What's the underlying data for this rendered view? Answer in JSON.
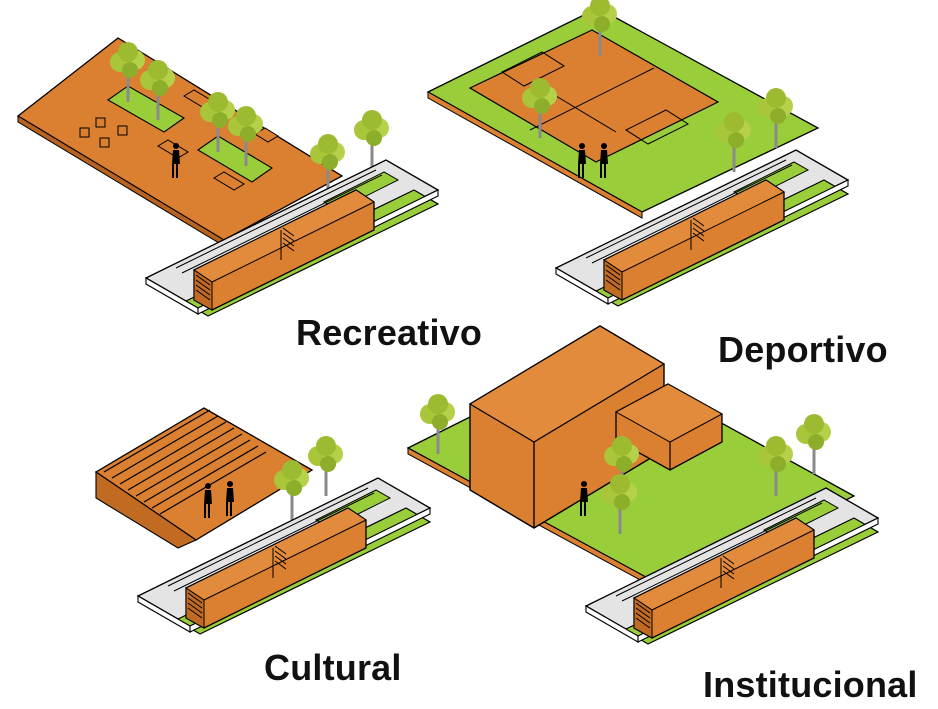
{
  "labels": {
    "recreativo": "Recreativo",
    "deportivo": "Deportivo",
    "cultural": "Cultural",
    "institucional": "Institucional"
  },
  "colors": {
    "orange": "#DB7F30",
    "green": "#9ACD3A",
    "grey": "#E4E4E4",
    "tree": "#A9C63A",
    "tree_dark": "#7DA028",
    "outline": "#000000"
  }
}
